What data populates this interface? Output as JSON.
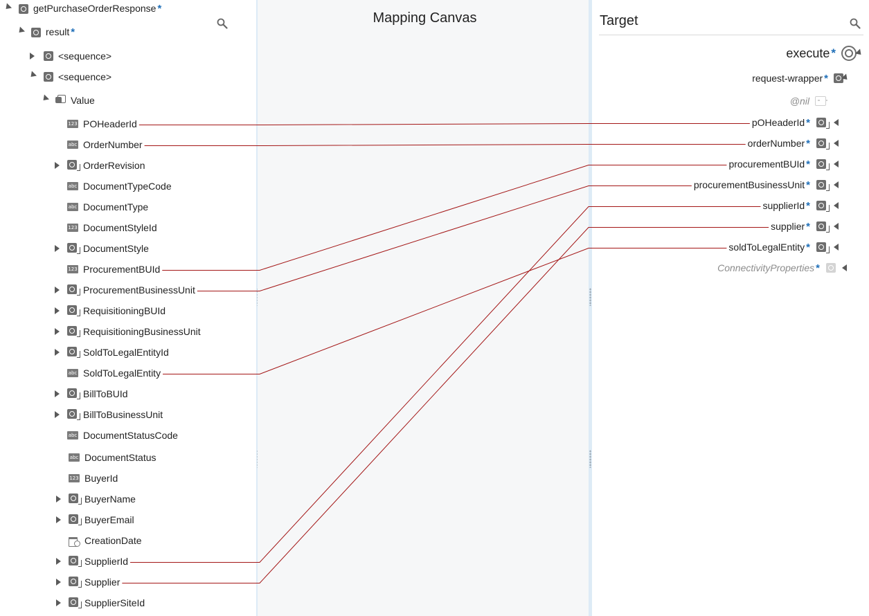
{
  "canvas": {
    "title": "Mapping Canvas"
  },
  "target": {
    "title": "Target"
  },
  "source": {
    "root": {
      "label": "getPurchaseOrderResponse",
      "required": "*"
    },
    "result": {
      "label": "result",
      "required": "*"
    },
    "sequence1": {
      "label": "<sequence>"
    },
    "sequence2": {
      "label": "<sequence>"
    },
    "value": {
      "label": "Value"
    },
    "fields": [
      {
        "label": "POHeaderId",
        "type": "number",
        "expandable": false
      },
      {
        "label": "OrderNumber",
        "type": "string",
        "expandable": false
      },
      {
        "label": "OrderRevision",
        "type": "element",
        "expandable": true
      },
      {
        "label": "DocumentTypeCode",
        "type": "string",
        "expandable": false
      },
      {
        "label": "DocumentType",
        "type": "string",
        "expandable": false
      },
      {
        "label": "DocumentStyleId",
        "type": "number",
        "expandable": false
      },
      {
        "label": "DocumentStyle",
        "type": "element",
        "expandable": true
      },
      {
        "label": "ProcurementBUId",
        "type": "number",
        "expandable": false
      },
      {
        "label": "ProcurementBusinessUnit",
        "type": "element",
        "expandable": true
      },
      {
        "label": "RequisitioningBUId",
        "type": "element",
        "expandable": true
      },
      {
        "label": "RequisitioningBusinessUnit",
        "type": "element",
        "expandable": true
      },
      {
        "label": "SoldToLegalEntityId",
        "type": "element",
        "expandable": true
      },
      {
        "label": "SoldToLegalEntity",
        "type": "string",
        "expandable": false
      },
      {
        "label": "BillToBUId",
        "type": "element",
        "expandable": true
      },
      {
        "label": "BillToBusinessUnit",
        "type": "element",
        "expandable": true
      },
      {
        "label": "DocumentStatusCode",
        "type": "string",
        "expandable": false
      },
      {
        "label": "DocumentStatus",
        "type": "string",
        "expandable": false
      },
      {
        "label": "BuyerId",
        "type": "number",
        "expandable": false
      },
      {
        "label": "BuyerName",
        "type": "element",
        "expandable": true
      },
      {
        "label": "BuyerEmail",
        "type": "element",
        "expandable": true
      },
      {
        "label": "CreationDate",
        "type": "date",
        "expandable": false
      },
      {
        "label": "SupplierId",
        "type": "element",
        "expandable": true
      },
      {
        "label": "Supplier",
        "type": "element",
        "expandable": true
      },
      {
        "label": "SupplierSiteId",
        "type": "element",
        "expandable": true
      }
    ]
  },
  "targetTree": {
    "root": {
      "label": "execute",
      "required": "*"
    },
    "wrapper": {
      "label": "request-wrapper",
      "required": "*"
    },
    "nil": {
      "label": "@nil"
    },
    "fields": [
      {
        "label": "pOHeaderId",
        "required": "*"
      },
      {
        "label": "orderNumber",
        "required": "*"
      },
      {
        "label": "procurementBUId",
        "required": "*"
      },
      {
        "label": "procurementBusinessUnit",
        "required": "*"
      },
      {
        "label": "supplierId",
        "required": "*"
      },
      {
        "label": "supplier",
        "required": "*"
      },
      {
        "label": "soldToLegalEntity",
        "required": "*"
      }
    ],
    "connectivity": {
      "label": "ConnectivityProperties",
      "required": "*"
    }
  },
  "mappings": [
    {
      "source": "POHeaderId",
      "target": "pOHeaderId"
    },
    {
      "source": "OrderNumber",
      "target": "orderNumber"
    },
    {
      "source": "ProcurementBUId",
      "target": "procurementBUId"
    },
    {
      "source": "ProcurementBusinessUnit",
      "target": "procurementBusinessUnit"
    },
    {
      "source": "SupplierId",
      "target": "supplierId"
    },
    {
      "source": "Supplier",
      "target": "supplier"
    },
    {
      "source": "SoldToLegalEntity",
      "target": "soldToLegalEntity"
    }
  ],
  "colors": {
    "mappingLine": "#a31515",
    "requiredMark": "#1f6fb8",
    "splitter": "#ddebf6"
  }
}
